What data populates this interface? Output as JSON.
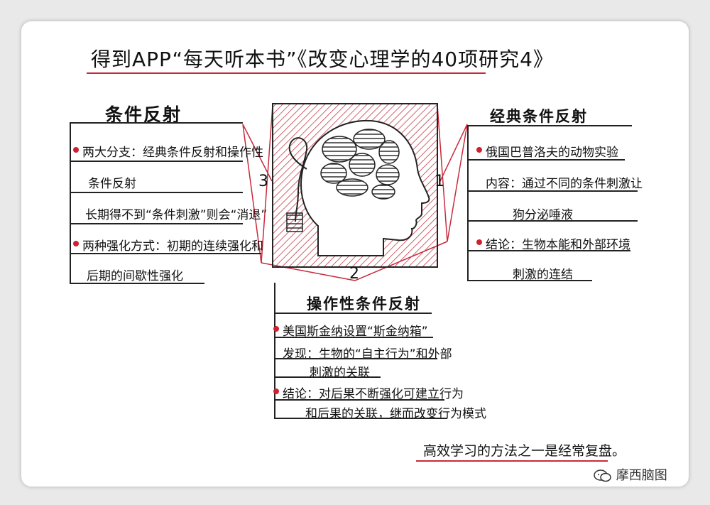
{
  "title": "得到APP“每天听本书”《改变心理学的40项研究4》",
  "branches": {
    "left": {
      "number": "3",
      "title": "条件反射",
      "items": [
        "两大分支：经典条件反射和操作性",
        "条件反射",
        "长期得不到“条件刺激”则会“消退”",
        "两种强化方式：初期的连续强化和",
        "后期的间歇性强化"
      ]
    },
    "right": {
      "number": "1",
      "title": "经典条件反射",
      "items": [
        "俄国巴普洛夫的动物实验",
        "内容：通过不同的条件刺激让",
        "狗分泌唾液",
        "结论：生物本能和外部环境",
        "刺激的连结"
      ]
    },
    "bottom": {
      "number": "2",
      "title": "操作性条件反射",
      "items": [
        "美国斯金纳设置“斯金纳箱”",
        "发现：生物的“自主行为”和外部",
        "刺激的关联",
        "结论：对后果不断强化可建立行为",
        "和后果的关联，继而改变行为模式"
      ]
    }
  },
  "footer_note": "高效学习的方法之一是经常复盘。",
  "brand": {
    "name": "摩西脑图",
    "icon": "wechat-icon"
  },
  "colors": {
    "accent": "#c82a3c",
    "bullet": "#d01f2f",
    "ink": "#111111",
    "hatch": "#c83a4a"
  }
}
